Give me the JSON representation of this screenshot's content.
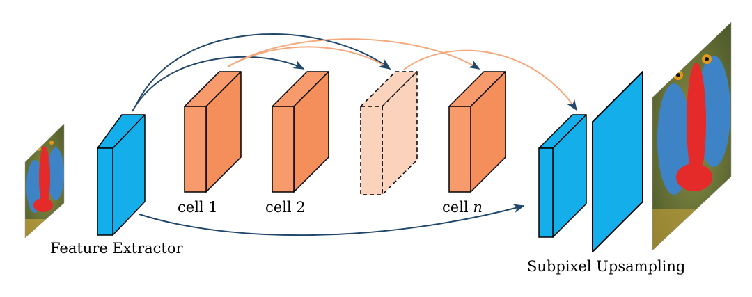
{
  "labels": {
    "feature_extractor": "Feature Extractor",
    "cell_1": "cell 1",
    "cell_2": "cell 2",
    "cell_n_prefix": "cell",
    "cell_n_var": "n",
    "subpixel_upsampling": "Subpixel Upsampling"
  },
  "images": {
    "input": "low-resolution mandrill image",
    "output": "high-resolution mandrill image"
  },
  "colors": {
    "feature_block": "#14aeea",
    "cell_front": "#f79a6c",
    "cell_side": "#f48f5c",
    "ghost_cell": "#fbd2bb",
    "arrow_dark": "#21476b",
    "arrow_light": "#f5a87d",
    "mandrill_fur": "#6f7a3a",
    "mandrill_cheek": "#3d83c6",
    "mandrill_nose": "#e42b2a"
  }
}
